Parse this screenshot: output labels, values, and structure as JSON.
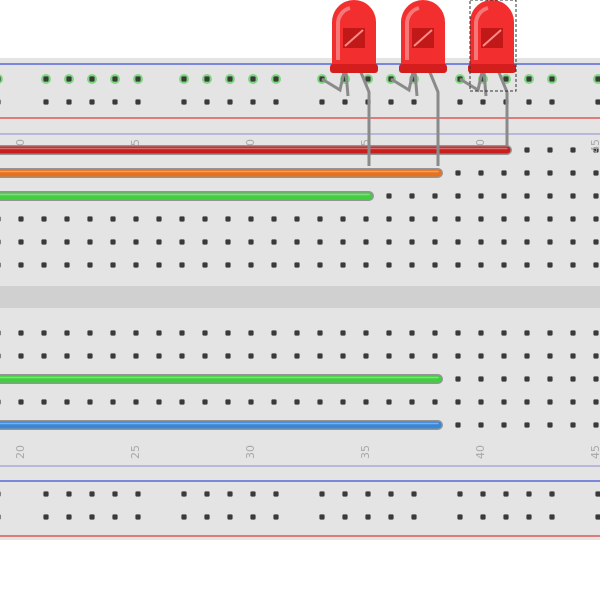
{
  "canvas": {
    "board_color": "#e4e4e4",
    "hole_color": "#3a3a3a",
    "connected_hole_color": "#5fd35f",
    "rail_positive_color": "#e03a3a",
    "rail_negative_color": "#3a4fd6",
    "column_numbers": [
      {
        "text": "20",
        "row": "top"
      },
      {
        "text": "25",
        "row": "top"
      },
      {
        "text": "30",
        "row": "top"
      },
      {
        "text": "35",
        "row": "top"
      },
      {
        "text": "40",
        "row": "top"
      },
      {
        "text": "45",
        "row": "top"
      },
      {
        "text": "20",
        "row": "bottom"
      },
      {
        "text": "25",
        "row": "bottom"
      },
      {
        "text": "30",
        "row": "bottom"
      },
      {
        "text": "35",
        "row": "bottom"
      },
      {
        "text": "40",
        "row": "bottom"
      },
      {
        "text": "45",
        "row": "bottom"
      }
    ],
    "wires": [
      {
        "name": "red-wire",
        "color": "#c81e1e"
      },
      {
        "name": "orange-wire",
        "color": "#e8711e"
      },
      {
        "name": "green-wire-top",
        "color": "#3fcf3f"
      },
      {
        "name": "green-wire-bottom",
        "color": "#3fcf3f"
      },
      {
        "name": "blue-wire",
        "color": "#3a86d6"
      }
    ],
    "leds": [
      {
        "name": "led-1",
        "color": "#f22e2e",
        "selected": false
      },
      {
        "name": "led-2",
        "color": "#f22e2e",
        "selected": false
      },
      {
        "name": "led-3",
        "color": "#f22e2e",
        "selected": true
      }
    ]
  }
}
